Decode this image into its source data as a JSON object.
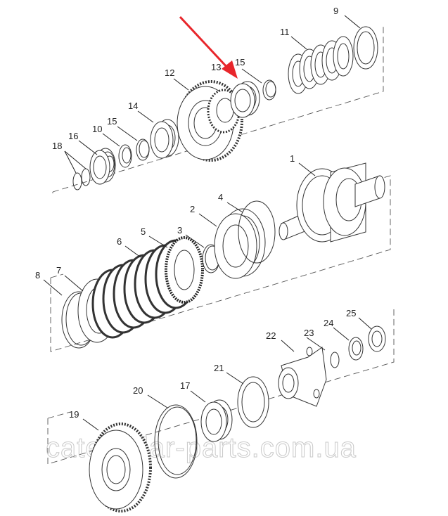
{
  "watermark": "caterpillar-parts.com.ua",
  "arrow_color": "#e8262b",
  "part_numbers": {
    "p1": "1",
    "p2": "2",
    "p3": "3",
    "p4": "4",
    "p5": "5",
    "p6": "6",
    "p7": "7",
    "p8": "8",
    "p9": "9",
    "p10": "10",
    "p11": "11",
    "p12": "12",
    "p13": "13",
    "p14": "14",
    "p15a": "15",
    "p15b": "15",
    "p16": "16",
    "p17": "17",
    "p18": "18",
    "p19": "19",
    "p20": "20",
    "p21": "21",
    "p22": "22",
    "p23": "23",
    "p24": "24",
    "p25": "25"
  }
}
